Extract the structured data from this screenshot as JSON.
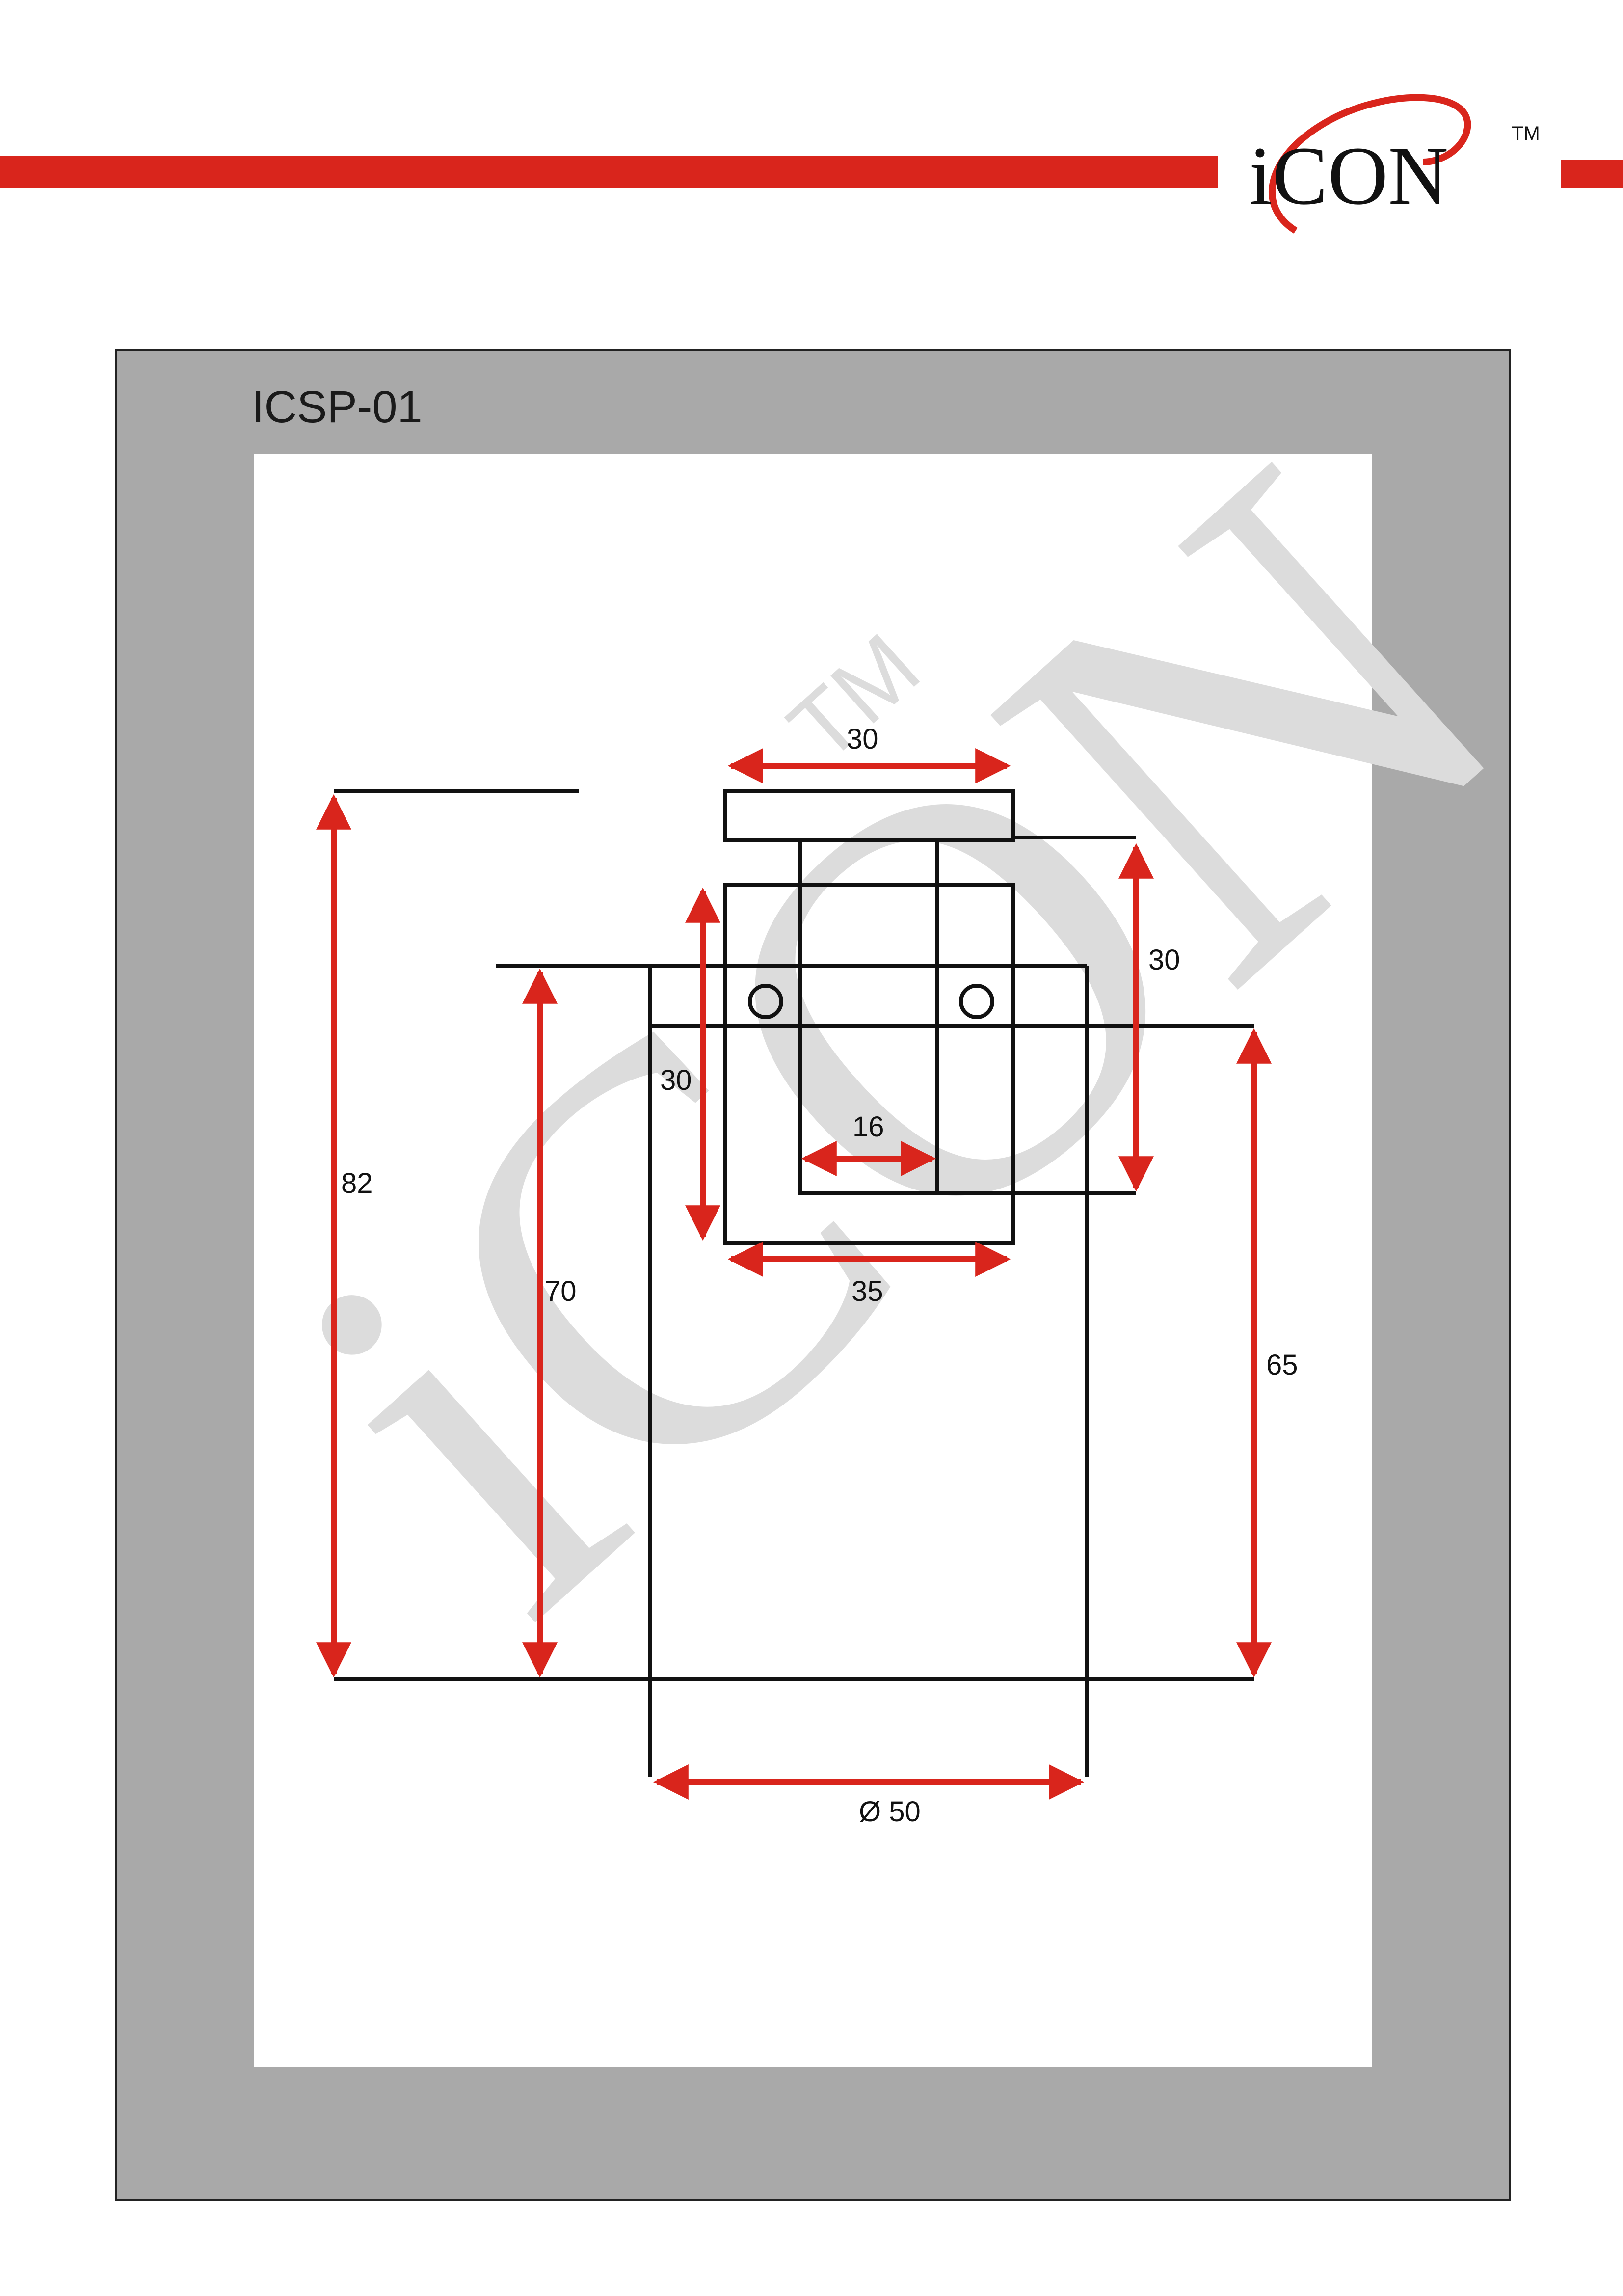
{
  "header": {
    "brand": "iCON",
    "trademark": "TM"
  },
  "drawing": {
    "model": "ICSP-01",
    "dimensions": {
      "top_width": "30",
      "right_height": "30",
      "inner_height": "30",
      "slot_width": "16",
      "body_width": "35",
      "total_height": "82",
      "mid_height": "70",
      "right_lower_height": "65",
      "diameter": "Ø 50"
    }
  },
  "watermark": {
    "text": "iCON",
    "trademark": "TM"
  },
  "colors": {
    "accent_red": "#d9251c",
    "frame_gray": "#a9a9a9",
    "line_black": "#111111",
    "watermark_gray": "#d9d9d9"
  }
}
